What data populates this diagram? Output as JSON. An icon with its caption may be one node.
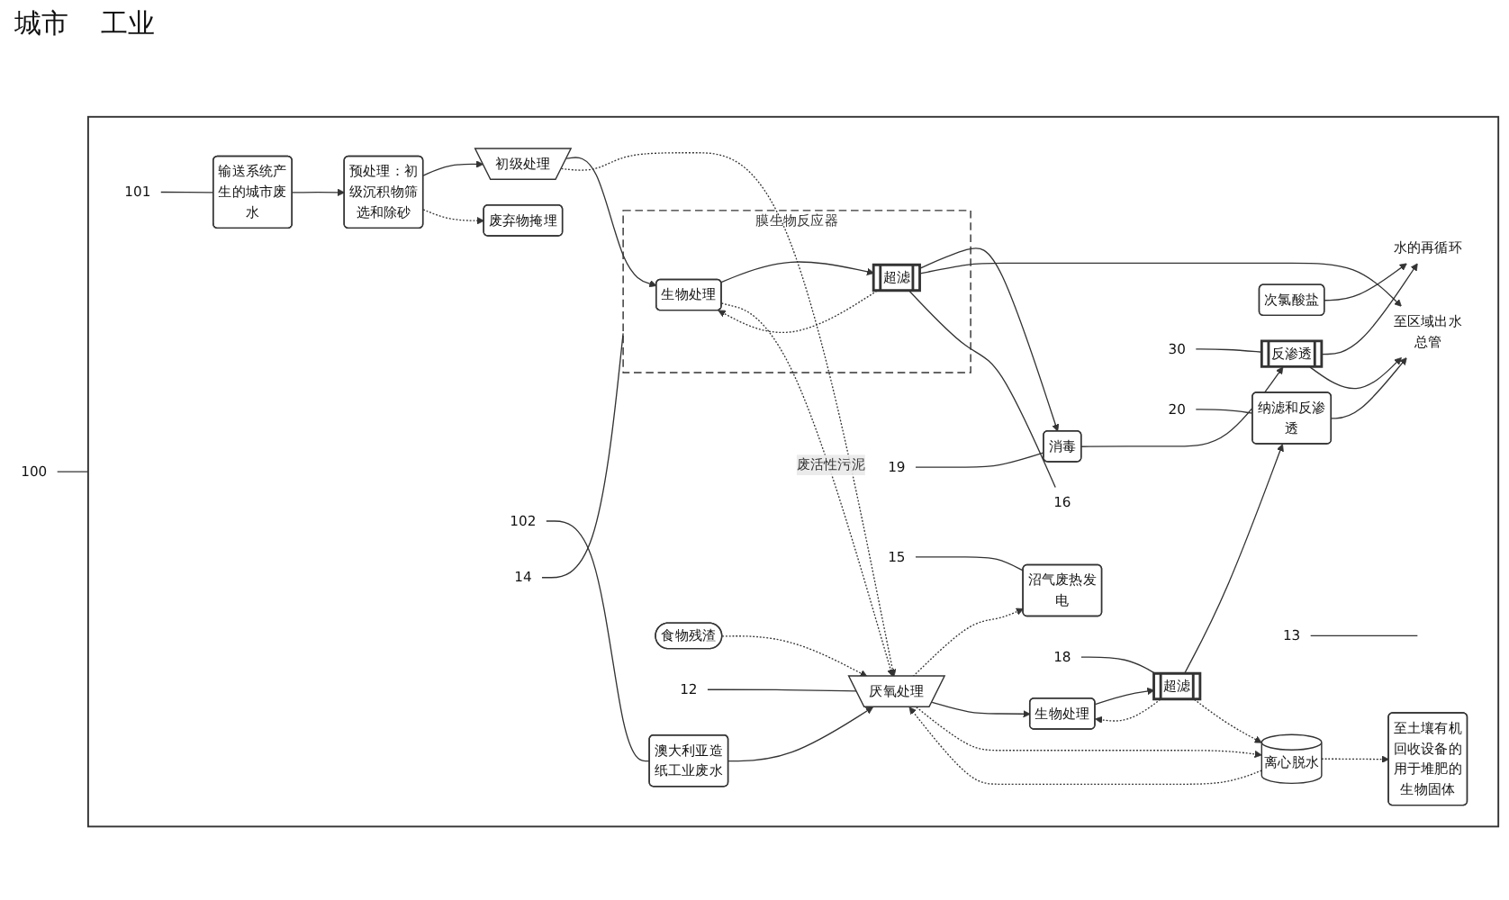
{
  "diagram": {
    "nodes": [
      {
        "text": [],
        "shape": "box"
      },
      {
        "text": [
          "输送系统产生的城市废水"
        ],
        "in": 0
      },
      {
        "text": [
          "预处理：初级沉积物筛选和除砂"
        ],
        "in": 0
      },
      {
        "text": [
          "初级处理"
        ],
        "in": 0
      },
      {
        "text": [
          "膜生物反应器"
        ],
        "in": 0
      },
      {
        "text": [
          "生物处理"
        ],
        "in": 4
      },
      {
        "text": [
          "超滤"
        ],
        "in": 4
      },
      {
        "text": [
          "消毒"
        ],
        "in": 0
      },
      {
        "text": [
          "反渗透"
        ],
        "in": 0
      },
      {
        "text": [
          "水的再循环"
        ],
        "in": 0
      },
      {
        "text": [
          "废弃物掩埋"
        ],
        "in": 0
      },
      {
        "text": [
          "次氯酸盐"
        ],
        "in": 0
      },
      {
        "text": [
          "沼气废热发电"
        ],
        "in": 0
      },
      {
        "text": [
          "澳大利亚造纸工业废水"
        ],
        "in": 0
      },
      {
        "text": [
          "厌氧处理"
        ],
        "in": 0
      },
      {
        "text": [
          "生物处理"
        ],
        "in": 0
      },
      {
        "text": [
          "超滤"
        ],
        "in": 0
      },
      {
        "text": [
          "纳滤和反渗透"
        ],
        "in": 0
      },
      {
        "text": [
          "至区域出水总管"
        ],
        "in": 0
      },
      {
        "text": [
          "食物残渣"
        ],
        "in": 0
      },
      {
        "text": [
          "离心脱水"
        ],
        "in": 0
      },
      {
        "text": [
          "至土壤有机回收设备的用于堆肥的生物固体"
        ],
        "in": 0
      },
      {
        "text": [
          "101"
        ],
        "in": 0
      },
      {
        "text": [
          "16"
        ],
        "in": 0
      },
      {
        "text": [
          "19"
        ],
        "in": 0
      },
      {
        "text": [
          "30"
        ],
        "in": 0
      },
      {
        "text": [
          "100"
        ]
      },
      {
        "text": [
          "14"
        ],
        "in": 0
      },
      {
        "text": [
          "15"
        ],
        "in": 0
      },
      {
        "text": [
          "13"
        ],
        "in": 0
      },
      {
        "text": [
          "12"
        ],
        "in": 0
      },
      {
        "text": [
          "18"
        ],
        "in": 0
      },
      {
        "text": [
          "20"
        ],
        "in": 0
      },
      {
        "text": [
          "102"
        ],
        "in": 0
      }
    ],
    "edges": [
      {
        "from": 1,
        "to": 2,
        "arrow": "to"
      },
      {
        "from": 2,
        "to": 3,
        "arrow": "to"
      },
      {
        "from": 2,
        "to": 10,
        "arrow": "to",
        "style": "dashed"
      },
      {
        "from": 3,
        "to": 5,
        "arrow": "to"
      },
      {
        "from": 3,
        "to": 14,
        "arrow": "to",
        "style": "dashed"
      },
      {
        "from": 5,
        "to": 6,
        "arrow": "to"
      },
      {
        "from": 6,
        "to": 5,
        "arrow": "to",
        "style": "dashed"
      },
      {
        "from": 5,
        "to": 14,
        "arrow": "to",
        "style": "dashed",
        "label": "废活性污泥"
      },
      {
        "from": 6,
        "to": 7,
        "arrow": "to"
      },
      {
        "from": 6,
        "to": 18,
        "arrow": "to"
      },
      {
        "from": 7,
        "to": 8,
        "arrow": "to"
      },
      {
        "from": 8,
        "to": 9,
        "arrow": "to"
      },
      {
        "from": 11,
        "to": 9,
        "arrow": "to"
      },
      {
        "from": 8,
        "to": 18,
        "arrow": "to"
      },
      {
        "from": 14,
        "to": 12,
        "arrow": "to",
        "style": "dashed"
      },
      {
        "from": 13,
        "to": 14,
        "arrow": "to"
      },
      {
        "from": 14,
        "to": 15,
        "arrow": "to"
      },
      {
        "from": 15,
        "to": 16,
        "arrow": "to"
      },
      {
        "from": 16,
        "to": 17,
        "arrow": "to"
      },
      {
        "from": 17,
        "to": 18,
        "arrow": "to"
      },
      {
        "from": 16,
        "to": 15,
        "arrow": "to",
        "style": "dashed"
      },
      {
        "from": 16,
        "to": 20,
        "arrow": "to",
        "style": "dashed"
      },
      {
        "from": 19,
        "to": 14,
        "arrow": "to",
        "style": "dashed"
      },
      {
        "from": 14,
        "to": 20,
        "arrow": "to",
        "style": "dashed"
      },
      {
        "from": 20,
        "to": 14,
        "arrow": "to",
        "style": "dashed"
      },
      {
        "from": 20,
        "to": 21,
        "arrow": "to",
        "style": "dashed"
      },
      {
        "from": 22,
        "to": 1,
        "arrow": "none"
      },
      {
        "from": 23,
        "to": 6,
        "arrow": "none"
      },
      {
        "from": 24,
        "to": 7,
        "arrow": "none"
      },
      {
        "from": 25,
        "to": 8,
        "arrow": "none"
      },
      {
        "from": 26,
        "to": 0,
        "arrow": "none"
      },
      {
        "from": 27,
        "to": 4,
        "arrow": "none"
      },
      {
        "from": 28,
        "to": 12,
        "arrow": "none"
      },
      {
        "from": 29,
        "to": null,
        "arrow": "none"
      },
      {
        "from": 30,
        "to": 14,
        "arrow": "none"
      },
      {
        "from": 31,
        "to": 16,
        "arrow": "none"
      },
      {
        "from": 32,
        "to": 17,
        "arrow": "none"
      },
      {
        "from": 33,
        "to": 13,
        "arrow": "none"
      }
    ],
    "labels": [
      "城市",
      "工业"
    ]
  }
}
